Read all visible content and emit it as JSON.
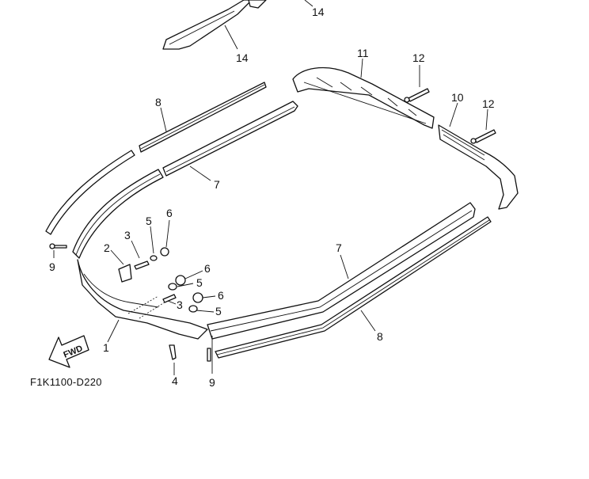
{
  "diagram": {
    "drawing_id": "F1K1100-D220",
    "fwd_label": "FWD",
    "callouts": {
      "c14a": "14",
      "c14b": "14",
      "c8a": "8",
      "c7a": "7",
      "c11": "11",
      "c12a": "12",
      "c10": "10",
      "c12b": "12",
      "c9a": "9",
      "c2": "2",
      "c3a": "3",
      "c5a": "5",
      "c6a": "6",
      "c6b": "6",
      "c5b": "5",
      "c6c": "6",
      "c3b": "3",
      "c5c": "5",
      "c1": "1",
      "c4": "4",
      "c7b": "7",
      "c8b": "8",
      "c9b": "9"
    }
  }
}
